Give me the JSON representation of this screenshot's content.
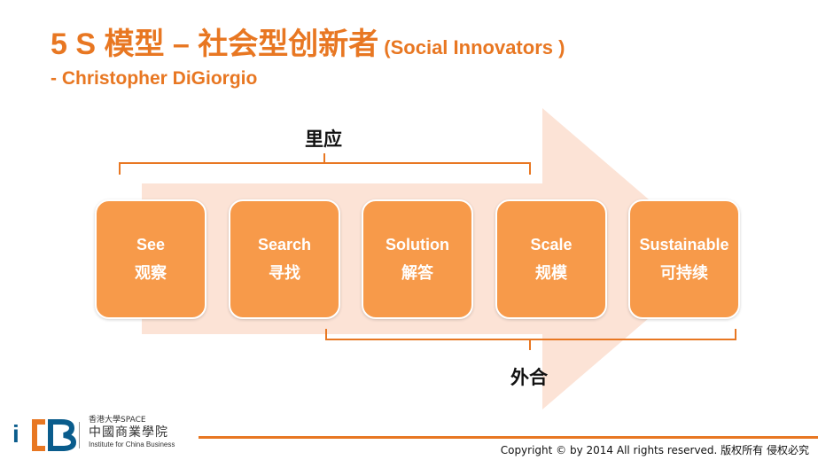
{
  "title": {
    "main": "5 S 模型 – 社会型创新者",
    "sub": "(Social Innovators )",
    "author": "- Christopher DiGiorgio"
  },
  "diagram": {
    "top_group_label": "里应",
    "bottom_group_label": "外合",
    "stages": [
      {
        "en": "See",
        "zh": "观察"
      },
      {
        "en": "Search",
        "zh": "寻找"
      },
      {
        "en": "Solution",
        "zh": "解答"
      },
      {
        "en": "Scale",
        "zh": "规模"
      },
      {
        "en": "Sustainable",
        "zh": "可持续"
      }
    ],
    "colors": {
      "box_fill": "#F79A4A",
      "arrow_fill": "#FCE0D2",
      "bracket": "#E87722",
      "title": "#E87722"
    }
  },
  "footer": {
    "logo": {
      "letter_i": "i",
      "line1": "香港大學SPACE",
      "line2": "中國商業學院",
      "line3": "Institute for China Business"
    },
    "copyright": "Copyright © by 2014 All rights reserved. 版权所有 侵权必究"
  }
}
